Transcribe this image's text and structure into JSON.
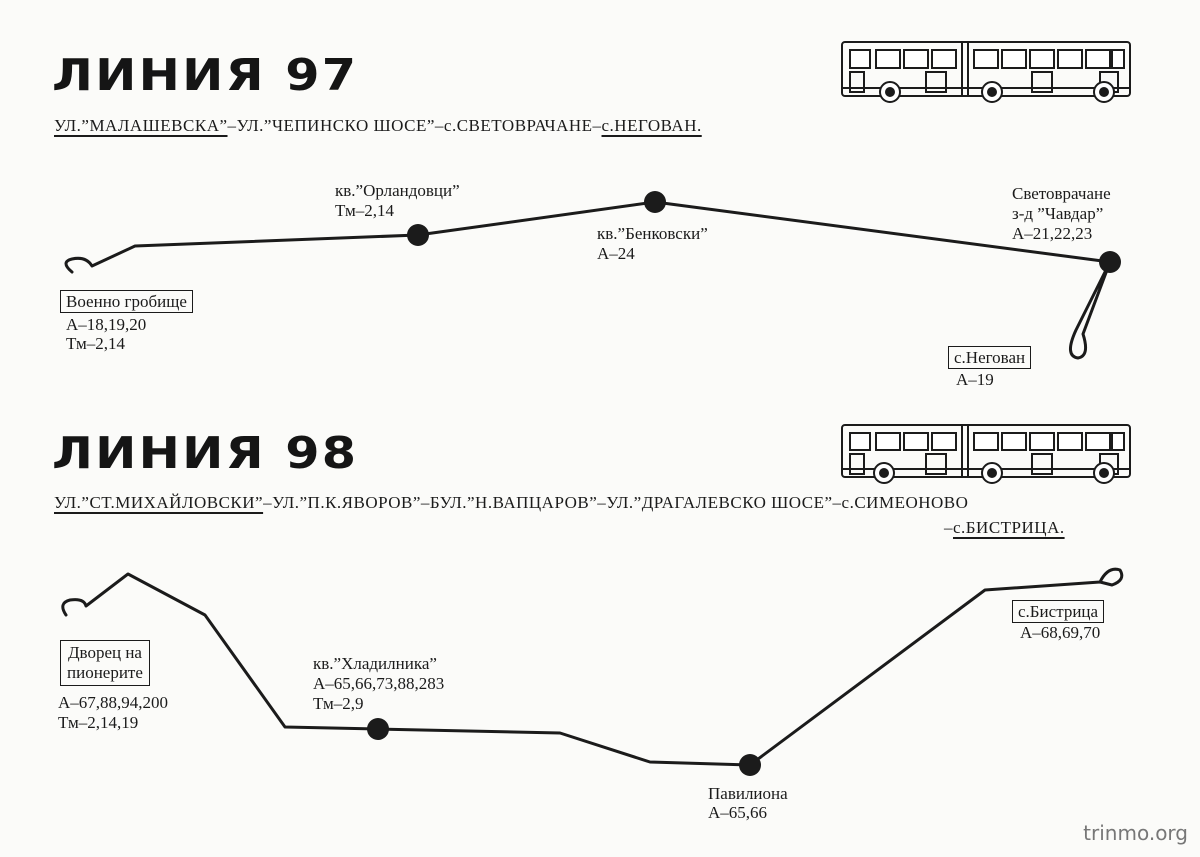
{
  "line97": {
    "title": "ЛИНИЯ 97",
    "route_parts": [
      "УЛ.”МАЛАШЕВСКА”",
      "–УЛ.”ЧЕПИНСКО ШОСЕ”–с.СВЕТОВРАЧАНЕ–",
      "с.НЕГОВАН."
    ],
    "stops": {
      "voenno": {
        "name": "Военно гробище",
        "l1": "А–18,19,20",
        "l2": "Тм–2,14"
      },
      "orlandovtsi": {
        "name": "кв.”Орландовци”",
        "l1": "Тм–2,14"
      },
      "benkovski": {
        "name": "кв.”Бенковски”",
        "l1": "А–24"
      },
      "svetovrachane": {
        "name": "Световрачане",
        "l1": "з-д ”Чавдар”",
        "l2": "А–21,22,23"
      },
      "negovan": {
        "name": "с.Негован",
        "l1": "А–19"
      }
    }
  },
  "line98": {
    "title": "ЛИНИЯ 98",
    "route_parts": [
      "УЛ.”СТ.МИХАЙЛОВСКИ”",
      "–УЛ.”П.К.ЯВОРОВ”–БУЛ.”Н.ВАПЦАРОВ”–УЛ.”ДРАГАЛЕВСКО ШОСЕ”–с.СИМЕОНОВО"
    ],
    "route_line2_parts": [
      "–",
      "с.БИСТРИЦА."
    ],
    "stops": {
      "dvorets": {
        "name1": "Дворец на",
        "name2": "пионерите",
        "l1": "А–67,88,94,200",
        "l2": "Тм–2,14,19"
      },
      "hladilnika": {
        "name": "кв.”Хладилника”",
        "l1": "А–65,66,73,88,283",
        "l2": "Тм–2,9"
      },
      "pavilona": {
        "name": "Павилиона",
        "l1": "А–65,66"
      },
      "bistritsa": {
        "name": "с.Бистрица",
        "l1": "А–68,69,70"
      }
    }
  },
  "watermark": "trinmo.org",
  "colors": {
    "ink": "#1b1b1b",
    "paper": "#fbfbf9"
  }
}
